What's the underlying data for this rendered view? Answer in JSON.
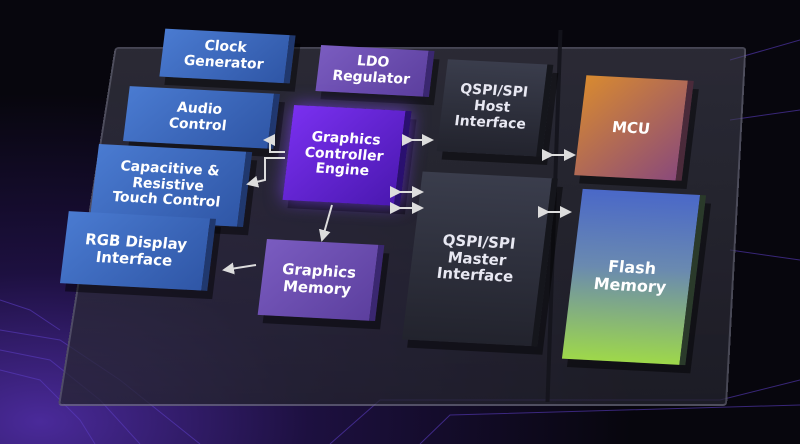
{
  "blocks": {
    "clock": "Clock\nGenerator",
    "ldo": "LDO\nRegulator",
    "host": "QSPI/SPI\nHost\nInterface",
    "mcu": "MCU",
    "audio": "Audio\nControl",
    "gce": "Graphics\nController\nEngine",
    "touch": "Capacitive &\nResistive\nTouch Control",
    "master": "QSPI/SPI\nMaster\nInterface",
    "flash": "Flash\nMemory",
    "rgb": "RGB Display\nInterface",
    "gmem": "Graphics\nMemory"
  },
  "colors": {
    "blue": "#3f6cc0",
    "purple": "#6a4db0",
    "gce": "#6a2ce0",
    "mcu": "#c07a2a",
    "flash_top": "#4a68c8",
    "flash_bottom": "#9ed84a"
  }
}
